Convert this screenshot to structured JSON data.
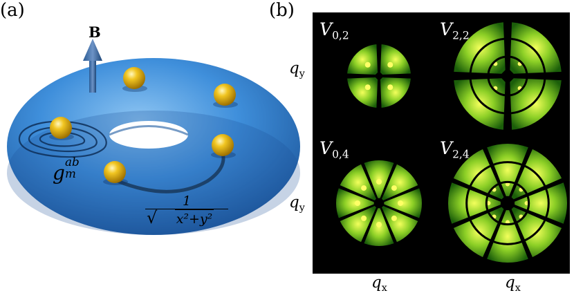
{
  "panel_a": {
    "label": "(a)",
    "b_field_label": "B",
    "metric_label": {
      "base": "g",
      "sup": "ab",
      "sub": "m"
    },
    "interaction_label": {
      "numerator": "1",
      "denominator": "x²+y²"
    },
    "colors": {
      "torus": "#3f8fdb",
      "torus_shadow": "#1a4f96",
      "particle": "#e3b411",
      "arrow": "#1f4f86"
    }
  },
  "panel_b": {
    "label": "(b)",
    "plots": [
      {
        "title_base": "V",
        "title_sub": "0,2",
        "lobes": 4,
        "rings": 1
      },
      {
        "title_base": "V",
        "title_sub": "2,2",
        "lobes": 4,
        "rings": 3
      },
      {
        "title_base": "V",
        "title_sub": "0,4",
        "lobes": 8,
        "rings": 1
      },
      {
        "title_base": "V",
        "title_sub": "2,4",
        "lobes": 8,
        "rings": 3
      }
    ],
    "axis_labels": {
      "y_top": {
        "base": "q",
        "sub": "y"
      },
      "y_bottom": {
        "base": "q",
        "sub": "y"
      },
      "x_left": {
        "base": "q",
        "sub": "x"
      },
      "x_right": {
        "base": "q",
        "sub": "x"
      }
    },
    "colors": {
      "background": "#000000",
      "lobe_dark": "#1b5e0a",
      "lobe_mid": "#4fa21a",
      "lobe_light": "#c8e63a",
      "highlight": "#ffff66"
    }
  }
}
